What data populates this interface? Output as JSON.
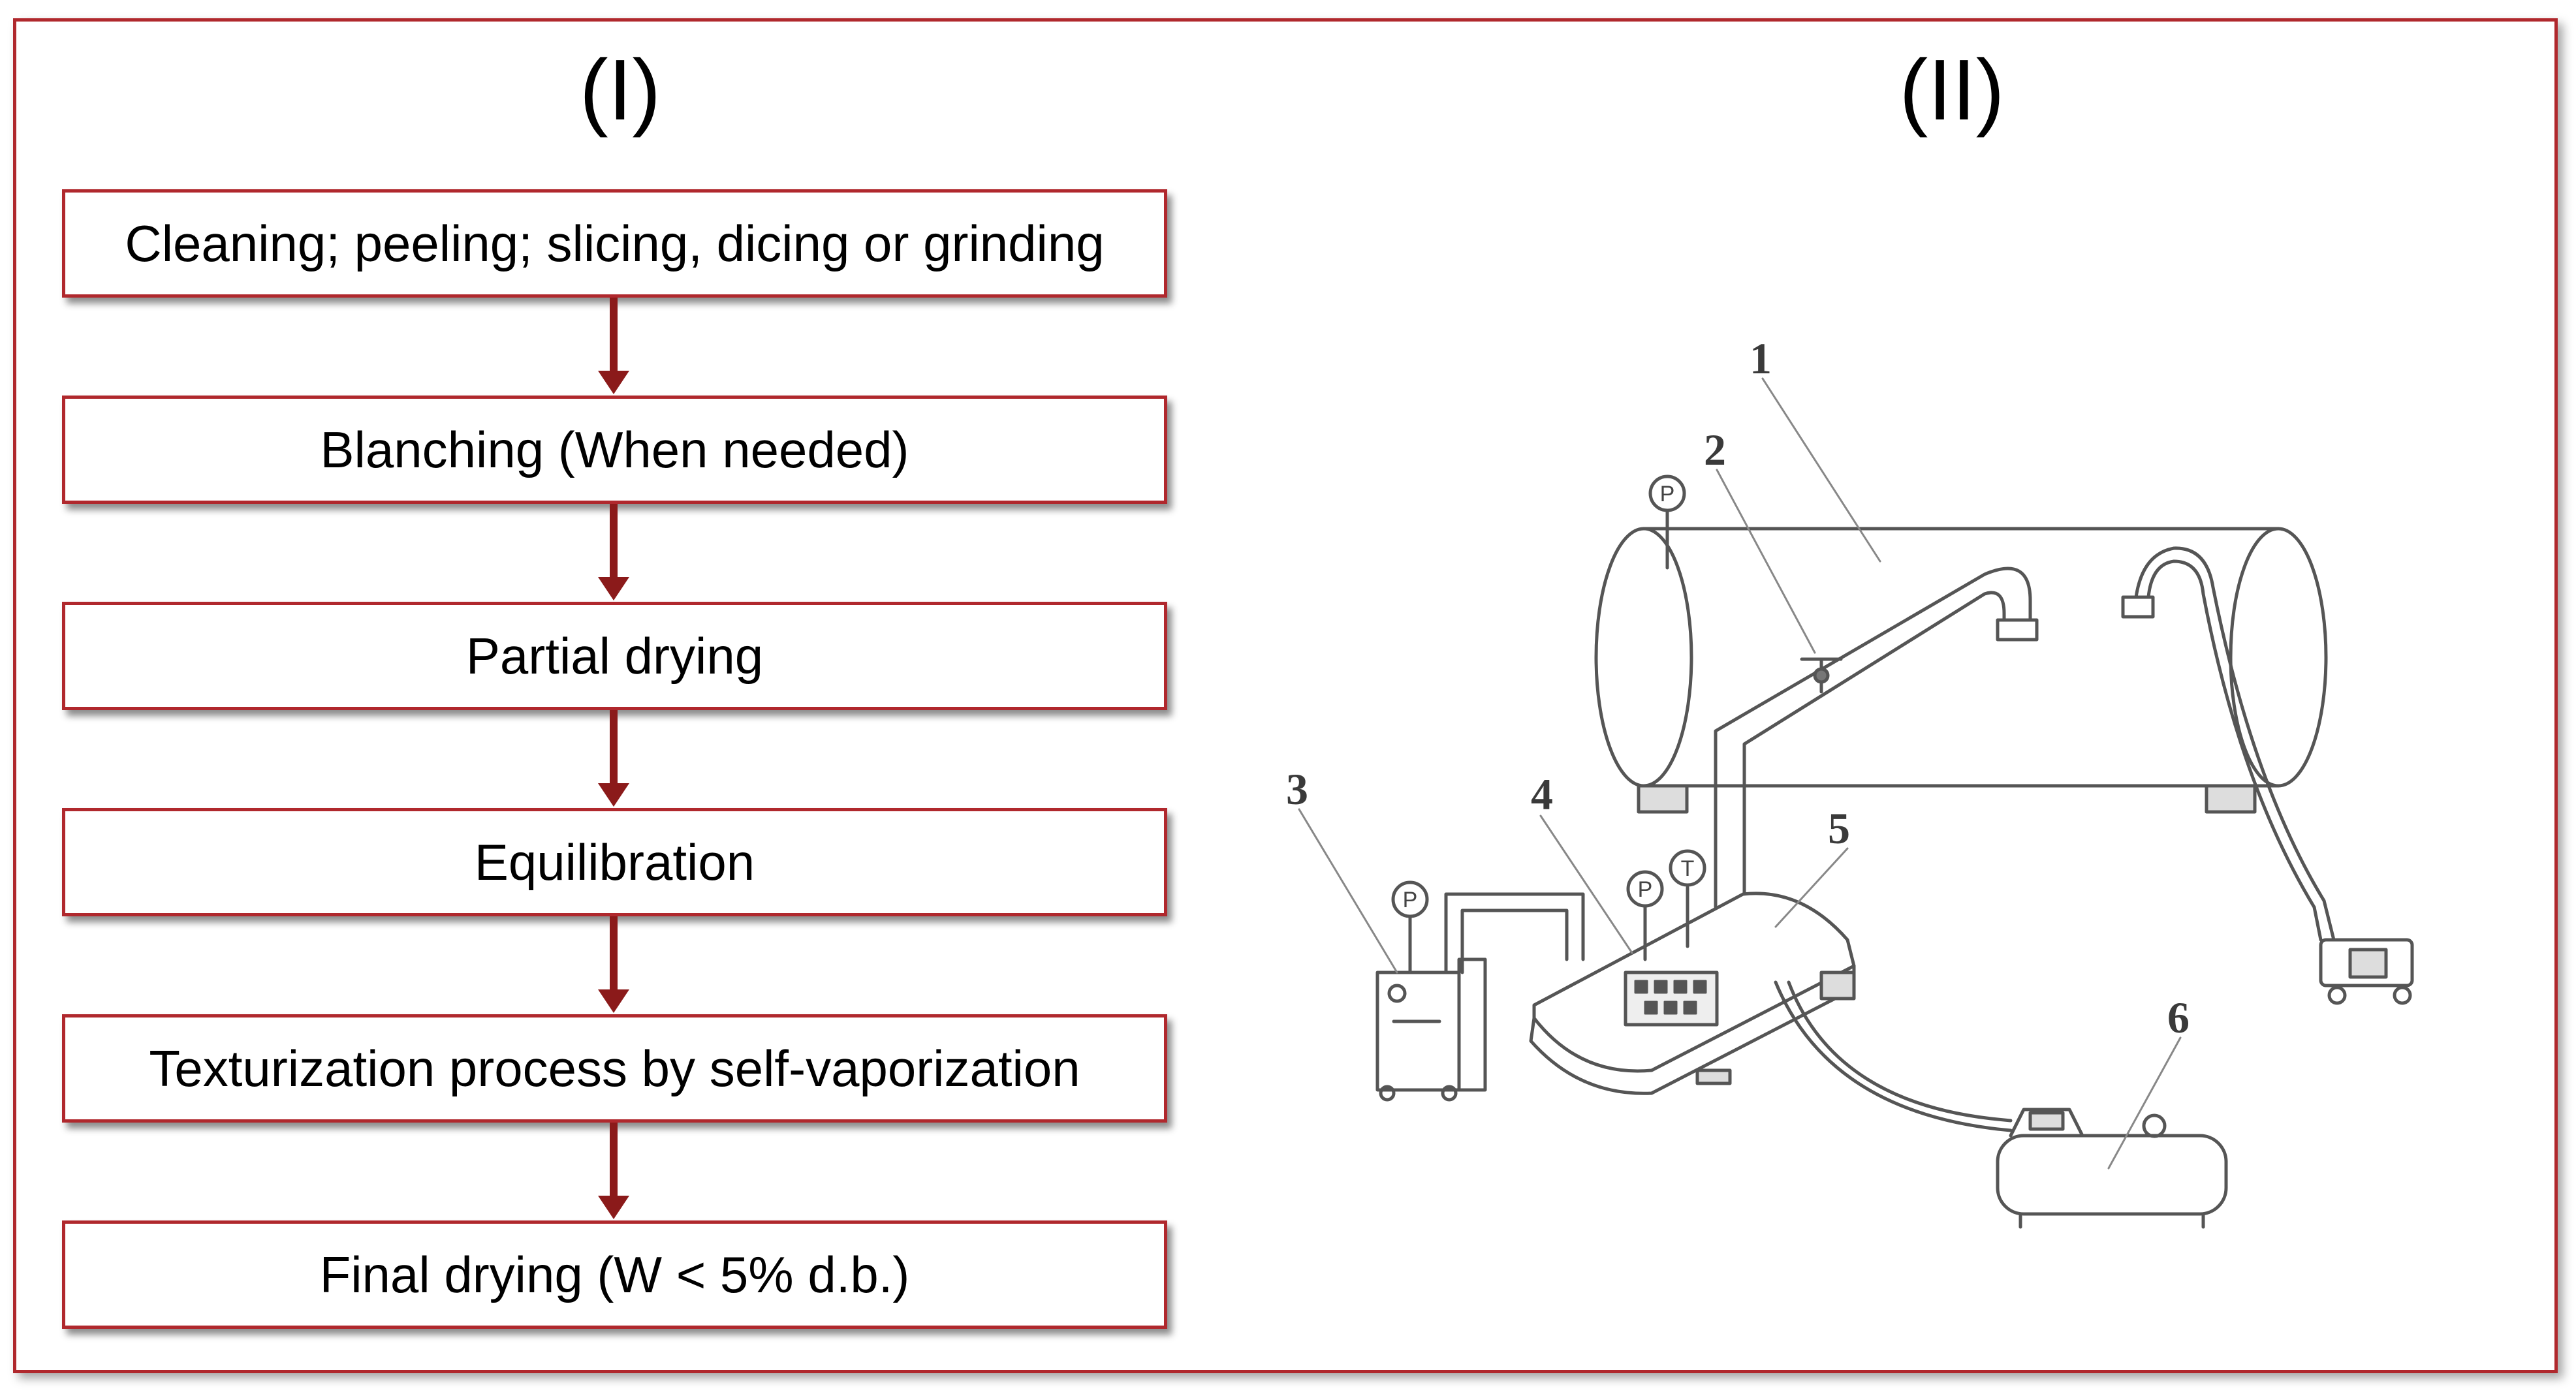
{
  "panels": {
    "left_label": "(I)",
    "right_label": "(II)"
  },
  "flowchart": {
    "steps": [
      "Cleaning; peeling; slicing, dicing or grinding",
      "Blanching (When needed)",
      "Partial drying",
      "Equilibration",
      "Texturization process by self-vaporization",
      "Final drying (W < 5% d.b.)"
    ]
  },
  "apparatus": {
    "component_numbers": [
      "1",
      "2",
      "3",
      "4",
      "5",
      "6"
    ],
    "gauge_letters": {
      "pressure": "P",
      "temperature": "T"
    }
  },
  "colors": {
    "accent": "#b0282d",
    "arrow": "#8b1a1a",
    "drawing": "#555555"
  }
}
